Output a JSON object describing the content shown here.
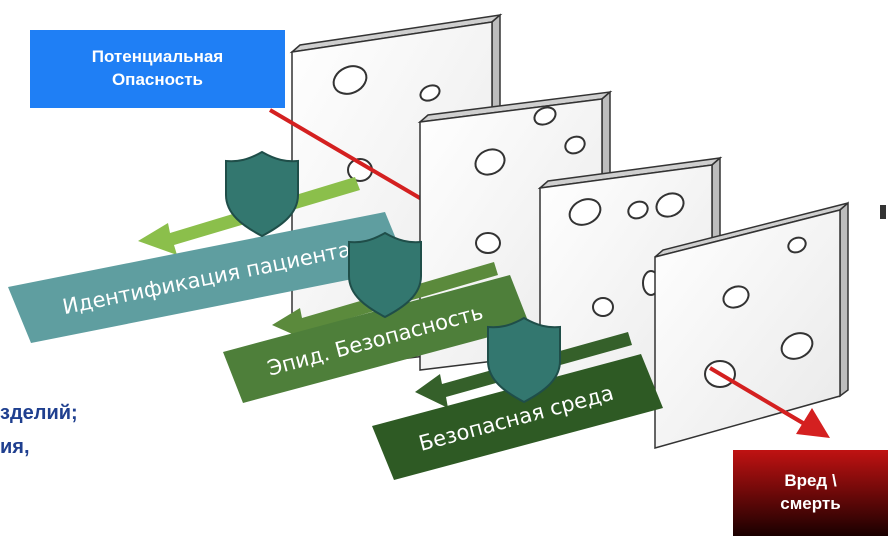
{
  "hazard_box": {
    "text_line1": "Потенциальная",
    "text_line2": "Опасность",
    "color": "#1f7ff5"
  },
  "harm_box": {
    "text_line1": "Вред \\",
    "text_line2": "смерть",
    "color": "#c01212"
  },
  "barriers": [
    {
      "label": "Идентификация пациента",
      "color": "#5f9ea0"
    },
    {
      "label": "Эпид. Безопасность",
      "color": "#4e7f3a"
    },
    {
      "label": "Безопасная среда",
      "color": "#2e5a24"
    }
  ],
  "shield_color": "#33776f",
  "trajectory_color": "#d42020",
  "cropped_text": {
    "line1": "зделий;",
    "line2": "ия,"
  },
  "icons": [
    "shield-icon",
    "arrow-left-icon",
    "trajectory-arrow-icon"
  ]
}
